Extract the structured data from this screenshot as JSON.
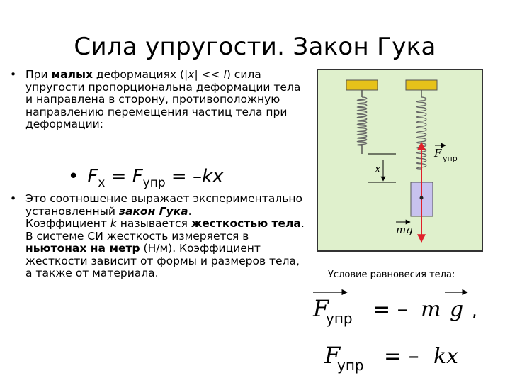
{
  "title": "Сила упругости. Закон Гука",
  "bullet": "•",
  "paragraph1": {
    "t1": "При ",
    "t2": "малых",
    "t3": " деформациях (|",
    "t4": "x",
    "t5": "| << ",
    "t6": "l",
    "t7": ") сила упругости пропорциональна деформации тела и направлена в сторону, противоположную направлению перемещения частиц тела при деформации:"
  },
  "formula1": {
    "f": "F",
    "sub_x": "x",
    "eq1": " = ",
    "sub_upr": "упр",
    "eq2": " = –",
    "kx": "kx"
  },
  "paragraph2": {
    "t1": "Это соотношение выражает экспериментально установленный ",
    "t2": "закон Гука",
    "t3": ".",
    "t4": "Коэффициент ",
    "t5": "k",
    "t6": " называется ",
    "t7": "жесткостью тела",
    "t8": ". В системе СИ жесткость измеряется в ",
    "t9": "ньютонах на метр",
    "t10": " (Н/м). Коэффициент жесткости зависит от формы и размеров тела, а также от материала."
  },
  "diagram": {
    "label_x": "x",
    "label_f": "F",
    "label_f_sub": "упр",
    "label_mg": "mg",
    "colors": {
      "background": "#dff0cc",
      "mount": "#e6c21a",
      "block": "#c8c2ee",
      "arrow": "#e0202a"
    }
  },
  "caption": "Условие равновесия тела:",
  "equation1": {
    "f": "F",
    "sub": "упр",
    "rhs_sign": "= –",
    "m": "m",
    "g": "g",
    "comma": ","
  },
  "equation2": {
    "f": "F",
    "sub": "упр",
    "rhs_sign": "= –",
    "kx": "kx"
  }
}
